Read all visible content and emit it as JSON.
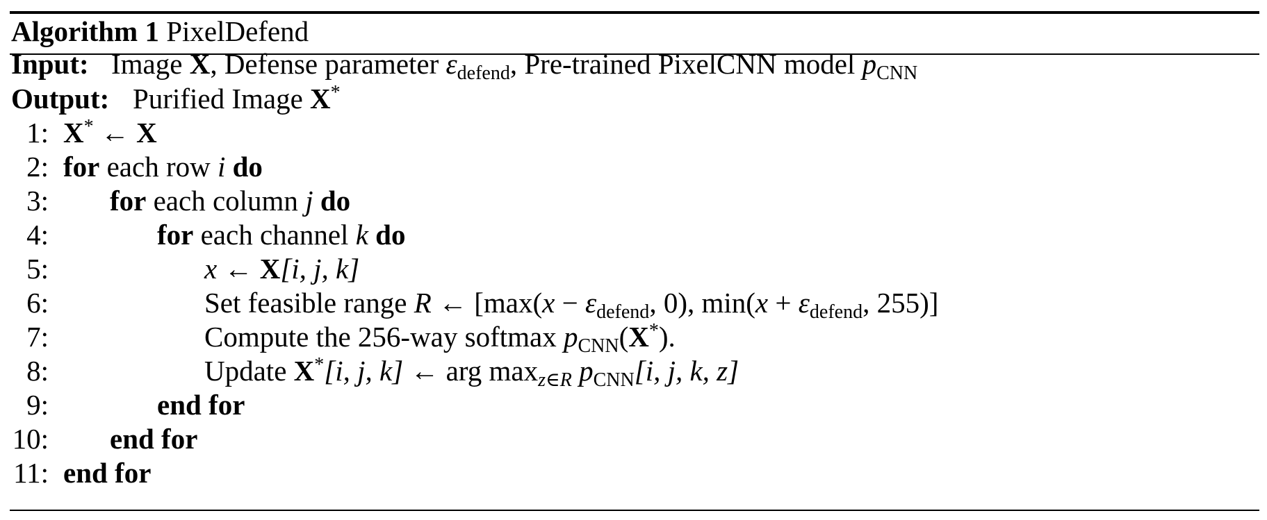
{
  "algorithm": {
    "label": "Algorithm 1",
    "name": "PixelDefend"
  },
  "input": {
    "label": "Input:",
    "text_a": "Image ",
    "X": "X",
    "text_b": ", Defense parameter ",
    "eps": "ε",
    "eps_sub": "defend",
    "text_c": ", Pre-trained PixelCNN model ",
    "p": "p",
    "p_sub": "CNN"
  },
  "output": {
    "label": "Output:",
    "text_a": "Purified Image ",
    "X": "X",
    "star": "*"
  },
  "lines": [
    {
      "num": "1:",
      "indent": 0
    },
    {
      "num": "2:",
      "indent": 0
    },
    {
      "num": "3:",
      "indent": 1
    },
    {
      "num": "4:",
      "indent": 2
    },
    {
      "num": "5:",
      "indent": 3
    },
    {
      "num": "6:",
      "indent": 3
    },
    {
      "num": "7:",
      "indent": 3
    },
    {
      "num": "8:",
      "indent": 3
    },
    {
      "num": "9:",
      "indent": 2
    },
    {
      "num": "10:",
      "indent": 1
    },
    {
      "num": "11:",
      "indent": 0
    }
  ],
  "text": {
    "l1": {
      "X": "X",
      "star": "*",
      "arrow": " ← ",
      "X2": "X"
    },
    "l2": {
      "kw1": "for",
      "t1": " each row ",
      "var": "i",
      "kw2": "do"
    },
    "l3": {
      "kw1": "for",
      "t1": " each column ",
      "var": "j",
      "kw2": "do"
    },
    "l4": {
      "kw1": "for",
      "t1": " each channel ",
      "var": "k",
      "kw2": "do"
    },
    "l5": {
      "x": "x",
      "arrow": " ← ",
      "X": "X",
      "idx": "[i, j, k]"
    },
    "l6": {
      "t1": "Set feasible range ",
      "R": "R",
      "arrow": " ← [max(",
      "x1": "x",
      "minus": " − ",
      "eps": "ε",
      "eps_sub": "defend",
      "t2": ", 0), min(",
      "x2": "x",
      "plus": " + ",
      "eps2": "ε",
      "eps2_sub": "defend",
      "t3": ", 255)]"
    },
    "l7": {
      "t1": "Compute the 256-way softmax ",
      "p": "p",
      "p_sub": "CNN",
      "t2": "(",
      "X": "X",
      "star": "*",
      "t3": ")."
    },
    "l8": {
      "t1": "Update ",
      "X": "X",
      "star": "*",
      "idx": "[i, j, k]",
      "arrow": " ← arg max",
      "sub": "z∈R",
      "sp": " ",
      "p": "p",
      "p_sub": "CNN",
      "idx2": "[i, j, k, z]"
    },
    "l9": {
      "kw": "end for"
    },
    "l10": {
      "kw": "end for"
    },
    "l11": {
      "kw": "end for"
    }
  }
}
